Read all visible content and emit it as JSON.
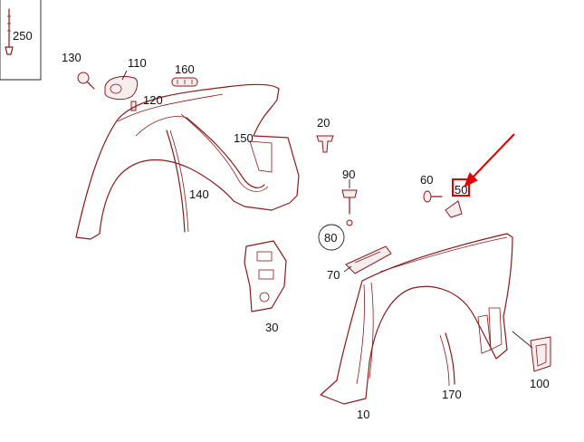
{
  "diagram": {
    "callouts": [
      {
        "id": "250",
        "text": "250"
      },
      {
        "id": "130",
        "text": "130"
      },
      {
        "id": "110",
        "text": "110"
      },
      {
        "id": "160",
        "text": "160"
      },
      {
        "id": "120",
        "text": "120"
      },
      {
        "id": "150",
        "text": "150"
      },
      {
        "id": "140",
        "text": "140"
      },
      {
        "id": "20",
        "text": "20"
      },
      {
        "id": "90",
        "text": "90"
      },
      {
        "id": "60",
        "text": "60"
      },
      {
        "id": "50",
        "text": "50"
      },
      {
        "id": "80",
        "text": "80"
      },
      {
        "id": "70",
        "text": "70"
      },
      {
        "id": "30",
        "text": "30"
      },
      {
        "id": "170",
        "text": "170"
      },
      {
        "id": "10",
        "text": "10"
      },
      {
        "id": "100",
        "text": "100"
      }
    ],
    "colors": {
      "part_stroke": "#8b1a1a",
      "highlight": "#e00000",
      "label_text": "#111111"
    },
    "highlighted_callout": "50"
  }
}
